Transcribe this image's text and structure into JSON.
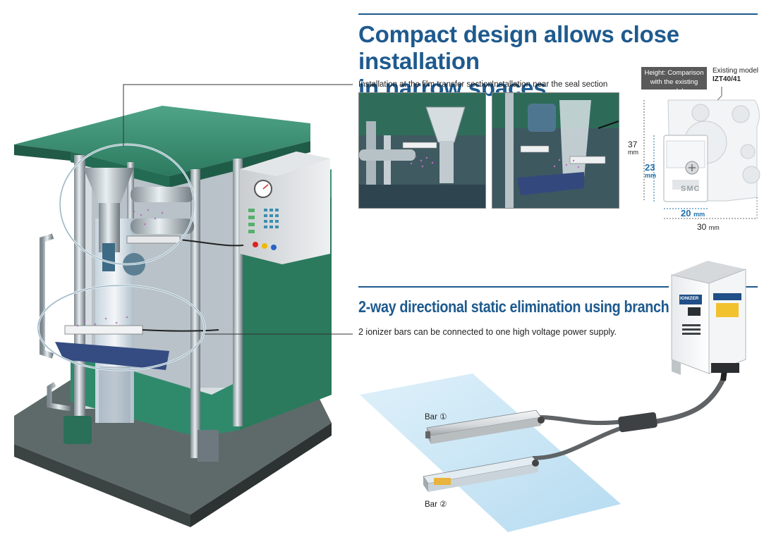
{
  "section1": {
    "headline_line1": "Compact design allows close installation",
    "headline_line2": "in narrow spaces.",
    "photo_caption_1": "Installation at the film transfer section",
    "photo_caption_2": "Installation near the seal section"
  },
  "comparison": {
    "badge_line1": "Height: Comparison",
    "badge_line2": "with the existing model",
    "existing_label": "Existing model",
    "existing_model": "IZT40/41",
    "dim_37": "37",
    "dim_23": "23",
    "dim_20": "20",
    "dim_30": "30",
    "unit": "mm",
    "logo_text": "SMC"
  },
  "section2": {
    "headline": "2-way directional static elimination using branch cables",
    "description": "2 ionizer bars can be connected to one high voltage power supply.",
    "bar1_label": "Bar ①",
    "bar2_label": "Bar ②",
    "psu_label": "IONIZER"
  },
  "colors": {
    "brand_blue": "#1e5a8e",
    "machine_green": "#2f8a6c",
    "dim_blue": "#1e6fa8"
  }
}
